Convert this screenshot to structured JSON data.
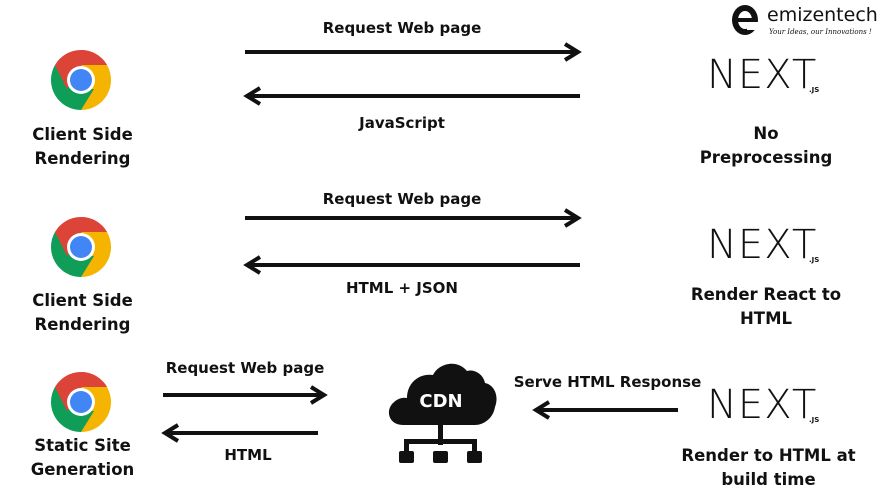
{
  "logo": {
    "name": "emizentech",
    "tagline": "Your Ideas, our Innovations !"
  },
  "rows": [
    {
      "side_label": "Client Side\nRendering",
      "request_label": "Request Web page",
      "response_label": "JavaScript",
      "server_label": "No\nPreprocessing",
      "server_logo": "NEXT",
      "server_logo_suffix": ".JS"
    },
    {
      "side_label": "Client Side\nRendering",
      "request_label": "Request Web page",
      "response_label": "HTML + JSON",
      "server_label": "Render React to\nHTML",
      "server_logo": "NEXT",
      "server_logo_suffix": ".JS"
    },
    {
      "side_label": "Static Site\nGeneration",
      "request_label": "Request Web page",
      "response_label": "HTML",
      "cdn_label": "CDN",
      "serve_label": "Serve HTML Response",
      "server_label": "Render to HTML at\nbuild time",
      "server_logo": "NEXT",
      "server_logo_suffix": ".JS"
    }
  ],
  "icons": {
    "browser": "chrome-icon",
    "cdn": "cloud-network-icon",
    "server": "nextjs-logo"
  },
  "colors": {
    "chrome_red": "#DB4437",
    "chrome_yellow": "#F4B400",
    "chrome_green": "#0F9D58",
    "chrome_blue": "#4285F4",
    "arrow": "#111111"
  }
}
